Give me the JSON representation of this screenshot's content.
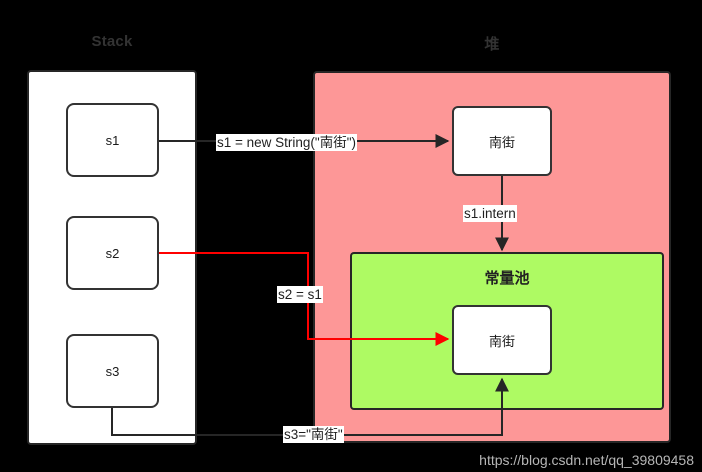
{
  "diagram": {
    "background_color": "#000000",
    "regions": {
      "stack": {
        "title": "Stack",
        "fill": "#ffffff",
        "nodes": [
          {
            "label": "s1"
          },
          {
            "label": "s2"
          },
          {
            "label": "s3"
          }
        ]
      },
      "heap": {
        "title": "堆",
        "fill": "#fd9797",
        "node_label": "南街",
        "pool": {
          "title": "常量池",
          "fill": "#aefa63",
          "node_label": "南街"
        }
      }
    },
    "edges": [
      {
        "id": "s1-new-string",
        "label": "s1 = new String(\"南街\")",
        "color": "#262626",
        "from": "s1",
        "to": "heap-node"
      },
      {
        "id": "s1-intern",
        "label": "s1.intern",
        "color": "#262626",
        "from": "heap-node",
        "to": "pool-node"
      },
      {
        "id": "s2-assign-s1",
        "label": "s2 = s1",
        "color": "#ff0000",
        "from": "s2",
        "to": "pool-node"
      },
      {
        "id": "s3-literal",
        "label": "s3=\"南街\"",
        "color": "#262626",
        "from": "s3",
        "to": "pool-node"
      }
    ],
    "colors": {
      "heap_pink": "#fd9797",
      "pool_green": "#aefa63",
      "stroke_dark": "#262626",
      "accent_red": "#ff0000",
      "title_gray": "#333333",
      "watermark_gray": "#b6b6b6"
    },
    "watermark": "https://blog.csdn.net/qq_39809458"
  }
}
